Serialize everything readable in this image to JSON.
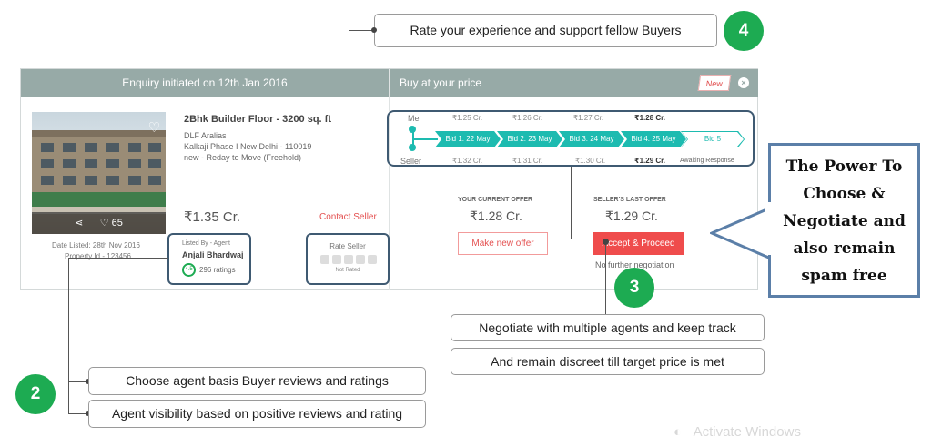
{
  "card": {
    "header_left": "Enquiry initiated on 12th Jan 2016",
    "header_right": "Buy at your price",
    "new_badge": "New",
    "close_icon": "×"
  },
  "property": {
    "like_count": "65",
    "title": "2Bhk Builder Floor - 3200 sq. ft",
    "project": "DLF Aralias",
    "address": "Kalkaji Phase I New Delhi - 110019",
    "status": "new - Reday to Move (Freehold)",
    "price": "₹1.35 Cr.",
    "contact_seller": "Contact Seller",
    "date_listed": "Date Listed: 28th Nov 2016",
    "property_id": "Property Id - 123456"
  },
  "agent": {
    "listed_by": "Listed By - Agent",
    "name": "Anjali Bhardwaj",
    "rating_value": "4.5",
    "ratings_count": "296 ratings"
  },
  "rate_seller": {
    "label": "Rate Seller",
    "status": "Not Rated"
  },
  "bids": {
    "me_label": "Me",
    "seller_label": "Seller",
    "me_values": [
      "₹1.25 Cr.",
      "₹1.26 Cr.",
      "₹1.27 Cr.",
      "₹1.28 Cr."
    ],
    "seller_values": [
      "₹1.32 Cr.",
      "₹1.31 Cr.",
      "₹1.30 Cr.",
      "₹1.29 Cr.",
      "Awaiting Response"
    ],
    "steps": [
      "Bid 1. 22 May",
      "Bid 2. 23 May",
      "Bid 3. 24 May",
      "Bid 4. 25 May",
      "Bid 5"
    ]
  },
  "offers": {
    "current_label": "YOUR CURRENT OFFER",
    "current_value": "₹1.28 Cr.",
    "seller_label": "SELLER'S LAST OFFER",
    "seller_value": "₹1.29 Cr.",
    "make_offer": "Make new offer",
    "accept": "Accept & Proceed",
    "no_further": "No further negotiation"
  },
  "callouts": {
    "c4": "Rate your experience and support fellow Buyers",
    "c3a": "Negotiate with multiple agents and keep track",
    "c3b": "And remain discreet till target price is met",
    "c2a": "Choose agent basis Buyer reviews and ratings",
    "c2b": "Agent visibility based on positive reviews and rating",
    "power_lines": [
      "The Power To",
      "Choose &",
      "Negotiate and",
      "also remain",
      "spam free"
    ]
  },
  "markers": {
    "m2": "2",
    "m3": "3",
    "m4": "4"
  },
  "watermark": "Activate Windows",
  "colors": {
    "header": "#97aaa7",
    "teal": "#1dbbb0",
    "accent_red": "#ef4c4c",
    "marker_green": "#1dab52",
    "outline_blue": "#3f5a72"
  }
}
